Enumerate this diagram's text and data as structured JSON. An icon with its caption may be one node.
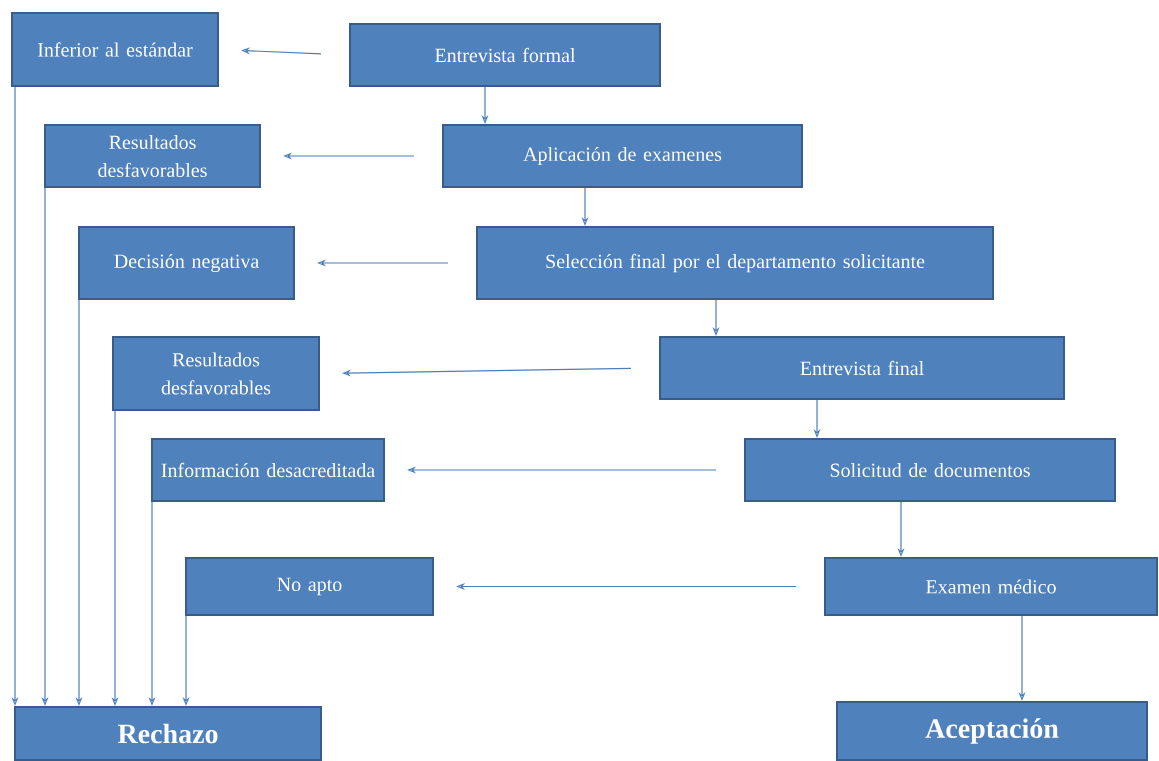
{
  "diagram": {
    "nodes": [
      {
        "text": [
          "Inferior al estándar"
        ]
      },
      {
        "text": [
          "Entrevista formal"
        ]
      },
      {
        "text": [
          "Resultados desfavorables"
        ]
      },
      {
        "text": [
          "Aplicación de examenes"
        ]
      },
      {
        "text": [
          "Decisión negativa"
        ]
      },
      {
        "text": [
          "Selección final por el departamento solicitante"
        ]
      },
      {
        "text": [
          "Resultados desfavorables"
        ]
      },
      {
        "text": [
          "Entrevista final"
        ]
      },
      {
        "text": [
          "Información desacreditada"
        ]
      },
      {
        "text": [
          "Solicitud de documentos"
        ]
      },
      {
        "text": [
          "No apto"
        ]
      },
      {
        "text": [
          "Examen médico"
        ]
      },
      {
        "text": [
          "Rechazo"
        ]
      },
      {
        "text": [
          "Aceptación"
        ]
      }
    ],
    "edges": [
      {
        "from": 1,
        "to": 0,
        "arrow": "to"
      },
      {
        "from": 1,
        "to": 3,
        "arrow": "to"
      },
      {
        "from": 3,
        "to": 2,
        "arrow": "to"
      },
      {
        "from": 3,
        "to": 5,
        "arrow": "to"
      },
      {
        "from": 5,
        "to": 4,
        "arrow": "to"
      },
      {
        "from": 5,
        "to": 7,
        "arrow": "to"
      },
      {
        "from": 7,
        "to": 6,
        "arrow": "to"
      },
      {
        "from": 7,
        "to": 9,
        "arrow": "to"
      },
      {
        "from": 9,
        "to": 8,
        "arrow": "to"
      },
      {
        "from": 9,
        "to": 11,
        "arrow": "to"
      },
      {
        "from": 11,
        "to": 10,
        "arrow": "to"
      },
      {
        "from": 11,
        "to": 13,
        "arrow": "to"
      },
      {
        "from": 0,
        "to": 12,
        "arrow": "to"
      },
      {
        "from": 2,
        "to": 12,
        "arrow": "to"
      },
      {
        "from": 4,
        "to": 12,
        "arrow": "to"
      },
      {
        "from": 6,
        "to": 12,
        "arrow": "to"
      },
      {
        "from": 8,
        "to": 12,
        "arrow": "to"
      },
      {
        "from": 10,
        "to": 12,
        "arrow": "to"
      }
    ]
  }
}
